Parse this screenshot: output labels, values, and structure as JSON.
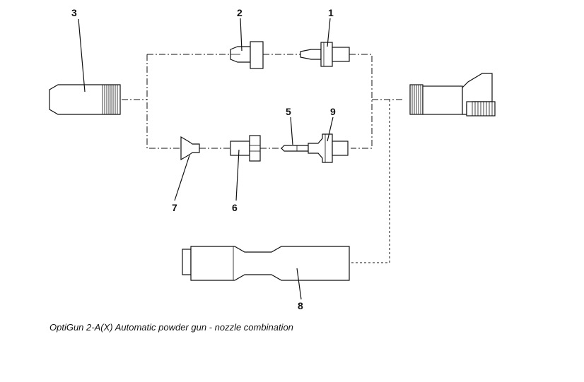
{
  "diagram": {
    "callouts": {
      "c1": "1",
      "c2": "2",
      "c3": "3",
      "c5": "5",
      "c6": "6",
      "c7": "7",
      "c8": "8",
      "c9": "9"
    },
    "caption": "OptiGun 2-A(X) Automatic powder gun - nozzle combination"
  }
}
